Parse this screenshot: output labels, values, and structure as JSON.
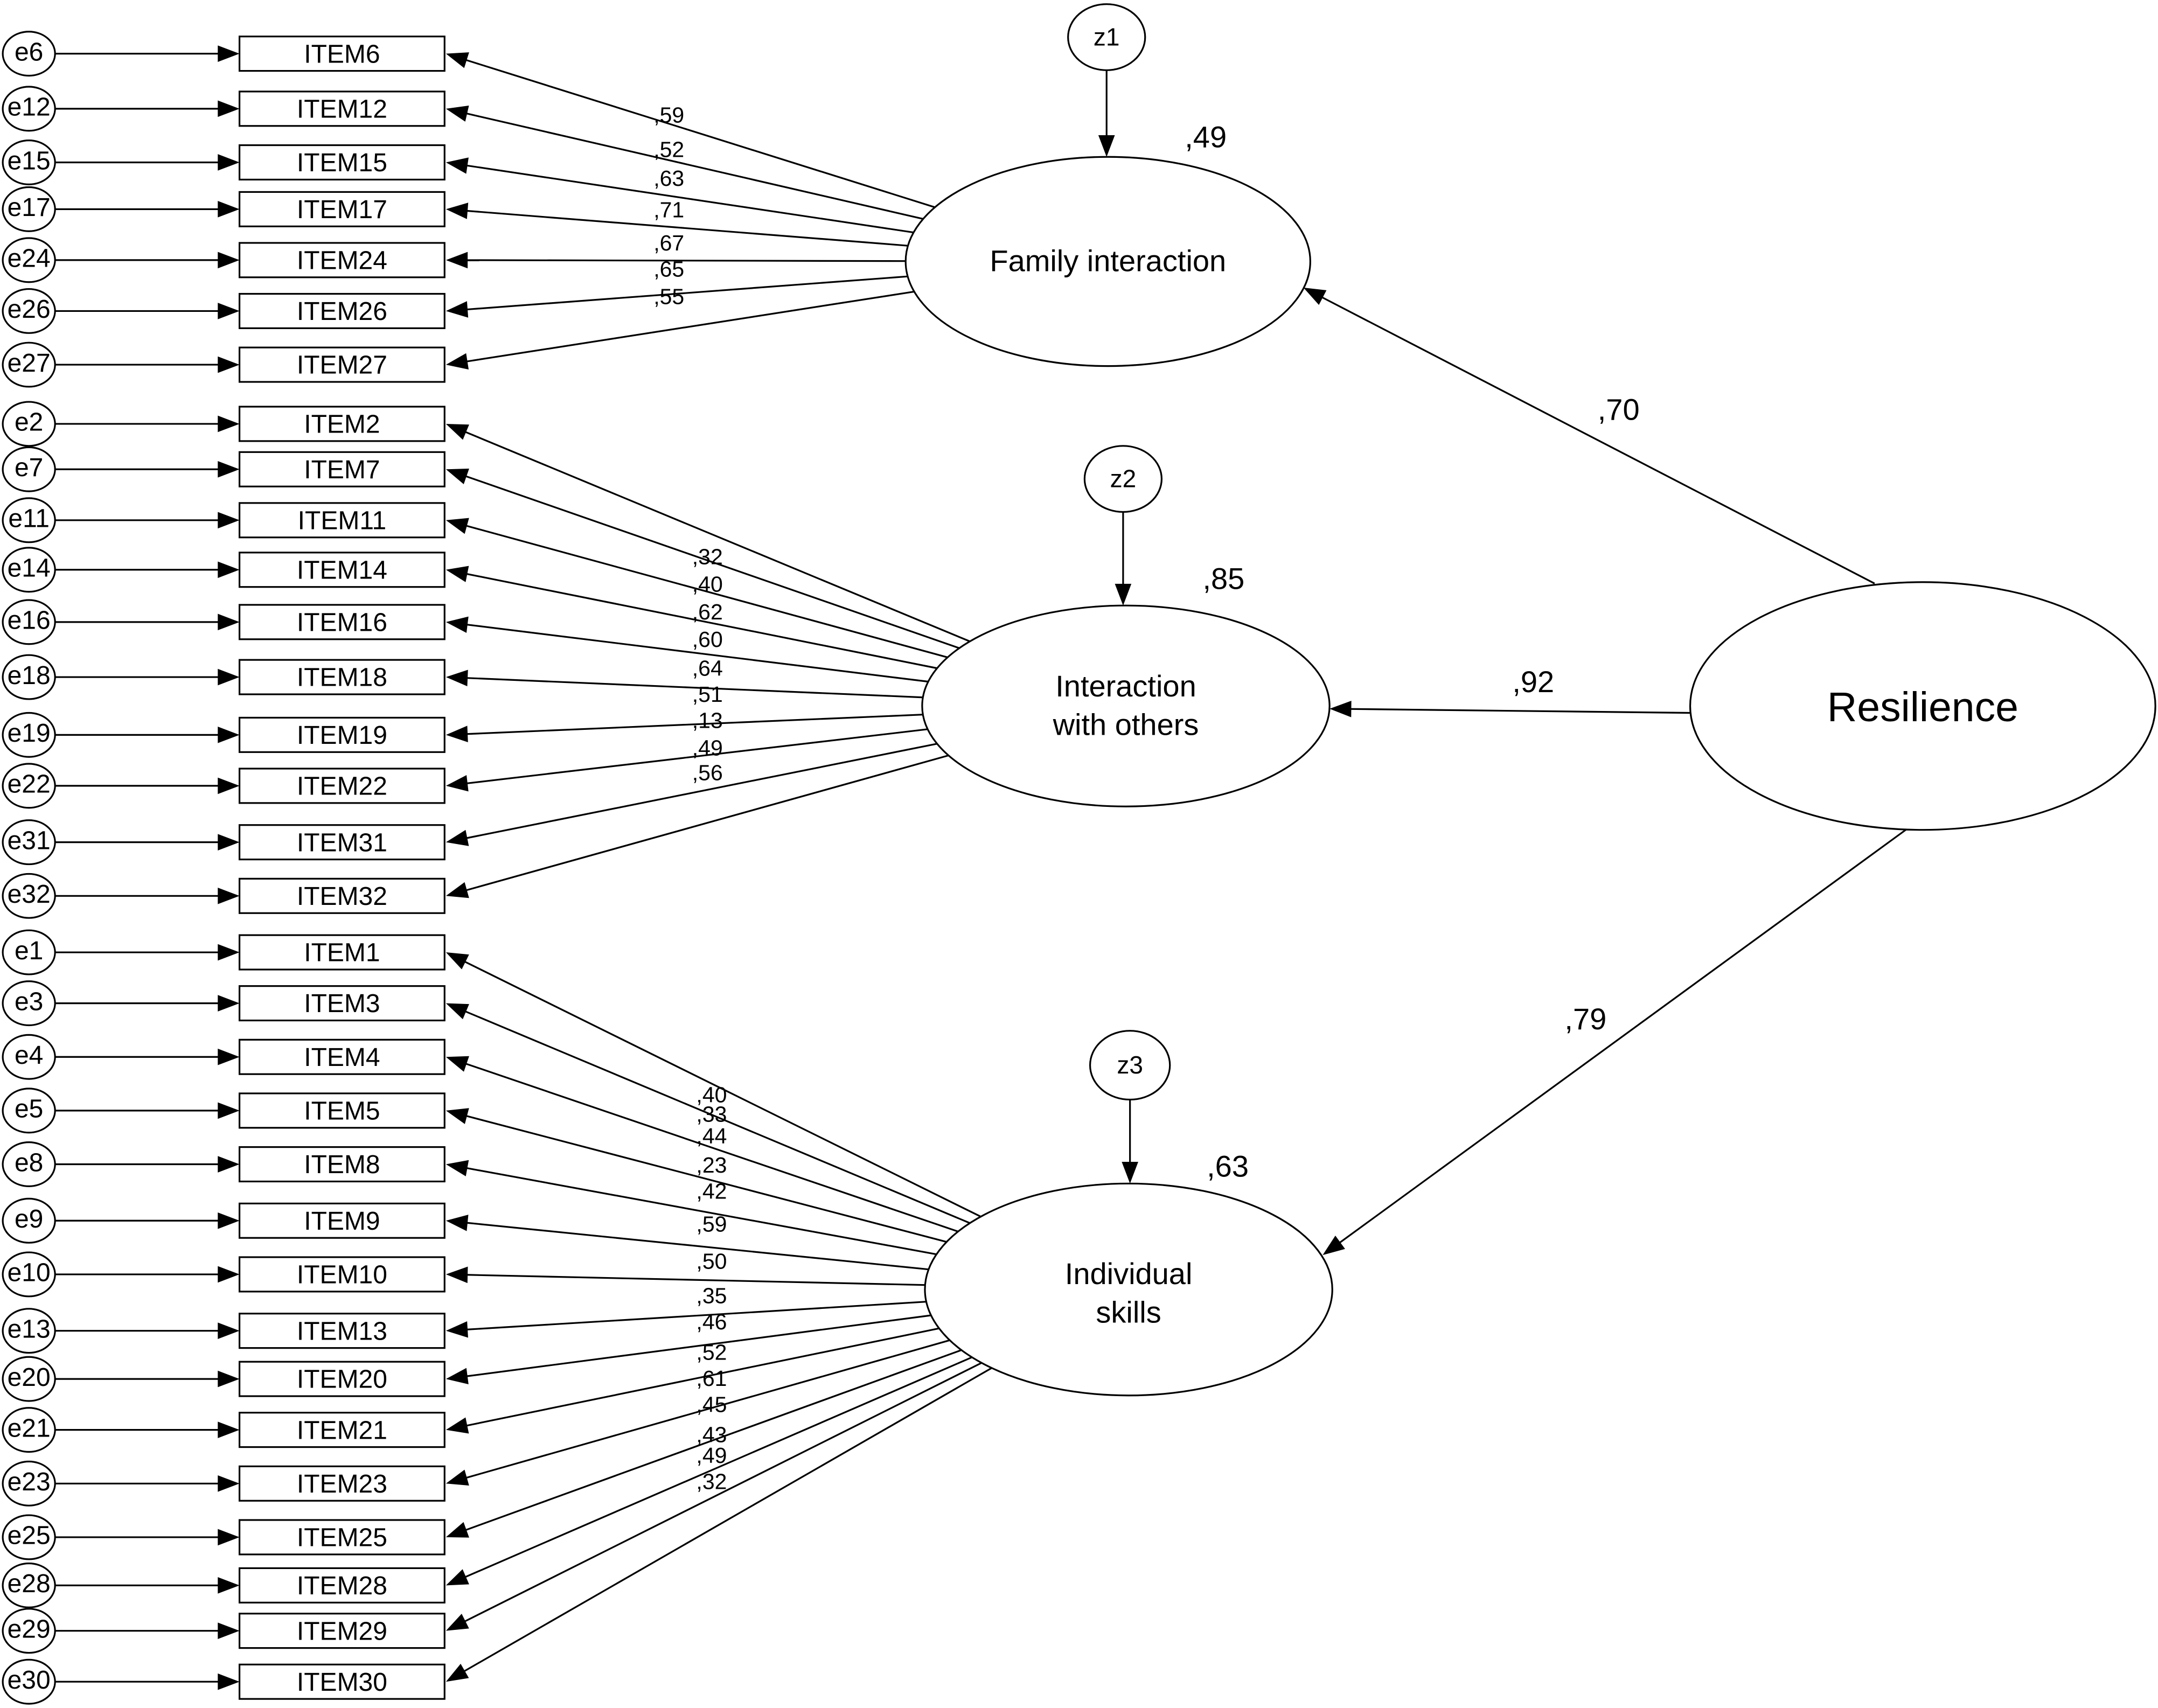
{
  "diagram": {
    "root": {
      "label": "Resilience"
    },
    "factors": [
      {
        "id": "family",
        "label_lines": [
          "Family interaction"
        ],
        "disturbance": "z1",
        "r2": ",49",
        "path_from_root": ",70",
        "items": [
          {
            "error": "e6",
            "label": "ITEM6",
            "loading": ",59"
          },
          {
            "error": "e12",
            "label": "ITEM12",
            "loading": ",52"
          },
          {
            "error": "e15",
            "label": "ITEM15",
            "loading": ",63"
          },
          {
            "error": "e17",
            "label": "ITEM17",
            "loading": ",71"
          },
          {
            "error": "e24",
            "label": "ITEM24",
            "loading": ",67"
          },
          {
            "error": "e26",
            "label": "ITEM26",
            "loading": ",65"
          },
          {
            "error": "e27",
            "label": "ITEM27",
            "loading": ",55"
          }
        ]
      },
      {
        "id": "others",
        "label_lines": [
          "Interaction",
          "with others"
        ],
        "disturbance": "z2",
        "r2": ",85",
        "path_from_root": ",92",
        "items": [
          {
            "error": "e2",
            "label": "ITEM2",
            "loading": ",32"
          },
          {
            "error": "e7",
            "label": "ITEM7",
            "loading": ",40"
          },
          {
            "error": "e11",
            "label": "ITEM11",
            "loading": ",62"
          },
          {
            "error": "e14",
            "label": "ITEM14",
            "loading": ",60"
          },
          {
            "error": "e16",
            "label": "ITEM16",
            "loading": ",64"
          },
          {
            "error": "e18",
            "label": "ITEM18",
            "loading": ",51"
          },
          {
            "error": "e19",
            "label": "ITEM19",
            "loading": ",13"
          },
          {
            "error": "e22",
            "label": "ITEM22",
            "loading": ",49"
          },
          {
            "error": "e31",
            "label": "ITEM31",
            "loading": ",56"
          },
          {
            "error": "e32",
            "label": "ITEM32",
            "loading": ""
          }
        ]
      },
      {
        "id": "individual",
        "label_lines": [
          "Individual",
          "skills"
        ],
        "disturbance": "z3",
        "r2": ",63",
        "path_from_root": ",79",
        "items": [
          {
            "error": "e1",
            "label": "ITEM1",
            "loading": ",40"
          },
          {
            "error": "e3",
            "label": "ITEM3",
            "loading": ",33"
          },
          {
            "error": "e4",
            "label": "ITEM4",
            "loading": ",44"
          },
          {
            "error": "e5",
            "label": "ITEM5",
            "loading": ",23"
          },
          {
            "error": "e8",
            "label": "ITEM8",
            "loading": ",42"
          },
          {
            "error": "e9",
            "label": "ITEM9",
            "loading": ",59"
          },
          {
            "error": "e10",
            "label": "ITEM10",
            "loading": ",50"
          },
          {
            "error": "e13",
            "label": "ITEM13",
            "loading": ",35"
          },
          {
            "error": "e20",
            "label": "ITEM20",
            "loading": ",46"
          },
          {
            "error": "e21",
            "label": "ITEM21",
            "loading": ",52"
          },
          {
            "error": "e23",
            "label": "ITEM23",
            "loading": ",61"
          },
          {
            "error": "e25",
            "label": "ITEM25",
            "loading": ",45"
          },
          {
            "error": "e28",
            "label": "ITEM28",
            "loading": ",43"
          },
          {
            "error": "e29",
            "label": "ITEM29",
            "loading": ",49"
          },
          {
            "error": "e30",
            "label": "ITEM30",
            "loading": ",32"
          }
        ]
      }
    ]
  }
}
